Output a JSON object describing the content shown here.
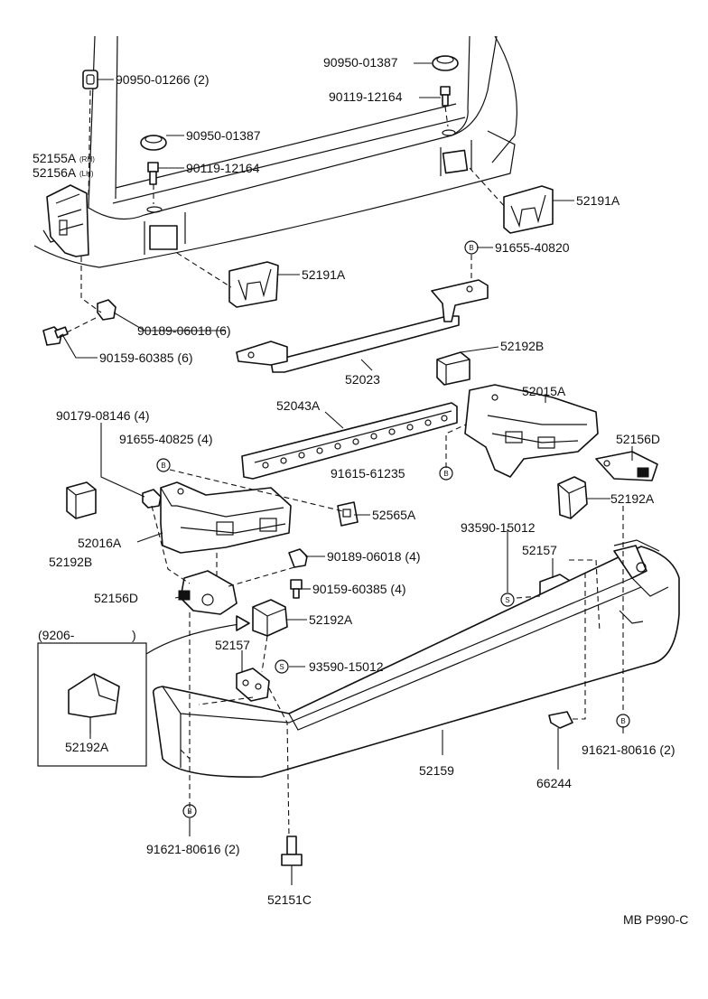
{
  "labels": {
    "p9095001266": "90950-01266 (2)",
    "p9095001387a": "90950-01387",
    "p9011912164a": "90119-12164",
    "p9095001387b": "90950-01387",
    "p9011912164b": "90119-12164",
    "p52155a": "52155A",
    "p52155a_rh": "(RH)",
    "p52156a": "52156A",
    "p52156a_lh": "(LH)",
    "p52191a_right": "52191A",
    "p52191a_left": "52191A",
    "p9165540820": "91655-40820",
    "p9018906018_6": "90189-06018 (6)",
    "p9015960385_6": "90159-60385 (6)",
    "p52023": "52023",
    "p52192b_top": "52192B",
    "p52015a": "52015A",
    "p52043a": "52043A",
    "p9017908146": "90179-08146 (4)",
    "p9165540825": "91655-40825 (4)",
    "p9161561235": "91615-61235",
    "p52156d_right": "52156D",
    "p52192a_right": "52192A",
    "p52565a": "52565A",
    "p52192b_left": "52192B",
    "p52016a": "52016A",
    "p9359015012_top": "93590-15012",
    "p52157_right": "52157",
    "p9018906018_4": "90189-06018 (4)",
    "p9015960385_4": "90159-60385 (4)",
    "p52156d_left": "52156D",
    "p52192a_mid": "52192A",
    "inset_date": "(9206-",
    "inset_close": ")",
    "p52157_left": "52157",
    "p9359015012_bottom": "93590-15012",
    "p52192a_inset": "52192A",
    "p52159": "52159",
    "p66244": "66244",
    "p9162180616_right": "91621-80616 (2)",
    "p9162180616_left": "91621-80616 (2)",
    "p52151c": "52151C",
    "drawing_code": "MB P990-C"
  },
  "markers": {
    "b": "B",
    "s": "S"
  }
}
